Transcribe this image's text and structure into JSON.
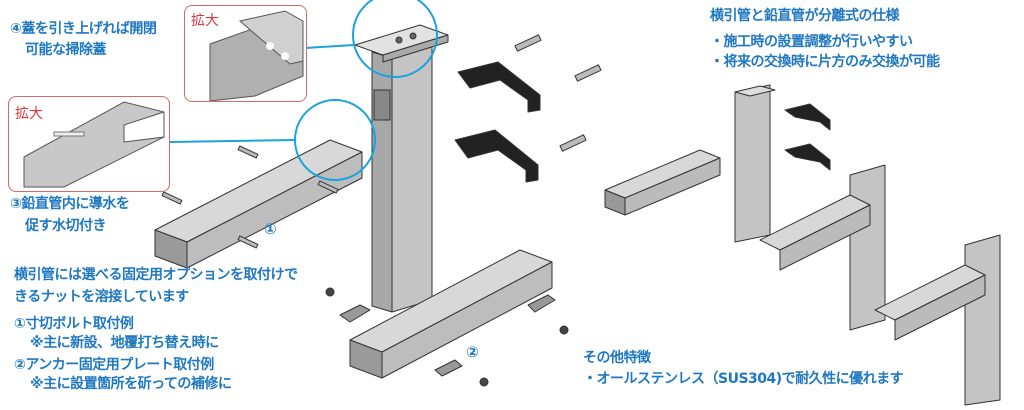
{
  "callouts": {
    "lid": [
      "④蓋を引き上げれば開閉",
      "可能な掃除蓋"
    ],
    "drip": [
      "③鉛直管内に導水を",
      "促す水切付き"
    ],
    "zoom_label_1": "拡大",
    "zoom_label_2": "拡大"
  },
  "markers": {
    "one": "①",
    "two": "②"
  },
  "options_note": {
    "lines": [
      "横引管には選べる固定用オプションを取付けで",
      "きるナットを溶接しています"
    ],
    "item1": "①寸切ボルト取付例",
    "item1_note": "※主に新設、地覆打ち替え時に",
    "item2": "②アンカー固定用プレート取付例",
    "item2_note": "※主に設置箇所を斫っての補修に"
  },
  "spec": {
    "title": "横引管と鉛直管が分離式の仕様",
    "bullets": [
      "・施工時の設置調整が行いやすい",
      "・将来の交換時に片方のみ交換が可能"
    ]
  },
  "other": {
    "title": "その他特徴",
    "bullet": "・オールステンレス（SUS304)で耐久性に優れます"
  },
  "colors": {
    "text": "#1f78c1",
    "callout_line": "#1aa3dc",
    "inset_border": "#d46a6a",
    "label_red": "#d9363e",
    "metal": "#b5b5b5"
  }
}
